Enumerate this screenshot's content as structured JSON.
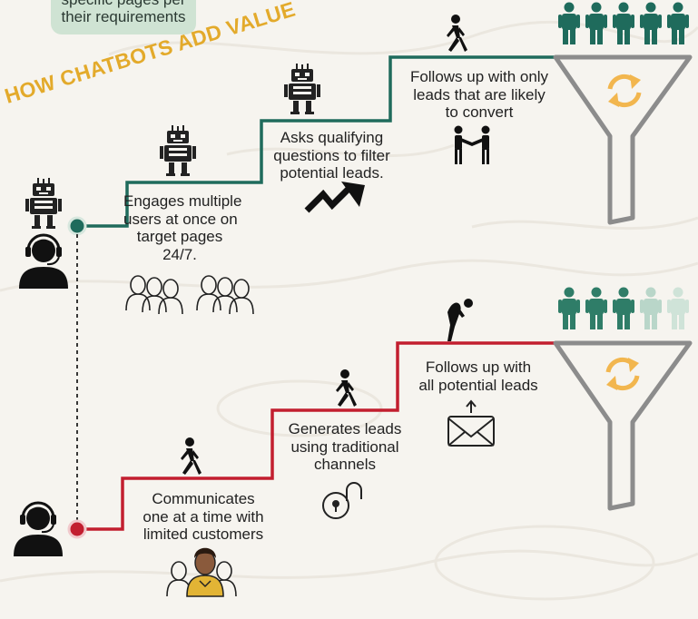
{
  "note": {
    "line1": "specific pages per",
    "line2": "their requirements"
  },
  "title": "HOW CHATBOTS ADD VALUE",
  "colors": {
    "bot_path": "#1f6b5c",
    "human_path": "#c21e2f",
    "title": "#e3aa2b",
    "funnel": "#8c8c8c",
    "arrows": "#f2b64e"
  },
  "bot_steps": [
    {
      "lines": [
        "Engages  multiple",
        "users at once on",
        "target pages",
        "24/7."
      ]
    },
    {
      "lines": [
        "Asks qualifying",
        "questions to filter",
        "potential leads."
      ]
    },
    {
      "lines": [
        "Follows up with only",
        "leads that are likely",
        "to convert"
      ]
    }
  ],
  "human_steps": [
    {
      "lines": [
        "Communicates",
        "one at a time with",
        "limited customers"
      ]
    },
    {
      "lines": [
        "Generates leads",
        "using traditional",
        "channels"
      ]
    },
    {
      "lines": [
        "Follows up with",
        "all potential leads"
      ]
    }
  ],
  "icons": {
    "bot": [
      "robot-icon",
      "headset-agent-icon",
      "robot-step1-icon",
      "robot-step2-icon",
      "walking-person-icon",
      "crowd-icon",
      "trend-arrow-icon",
      "handshake-icon",
      "people-funnel-icon",
      "funnel-icon",
      "refresh-arrows-icon"
    ],
    "human": [
      "headset-agent-icon",
      "walking-person-icon",
      "customers-icon",
      "padlock-icon",
      "envelope-icon",
      "falling-person-icon",
      "people-funnel-icon",
      "funnel-icon",
      "refresh-arrows-icon"
    ]
  },
  "funnel_people": {
    "top_count": 5,
    "top_highlighted": 5,
    "bottom_count": 5,
    "bottom_highlighted": 3
  }
}
